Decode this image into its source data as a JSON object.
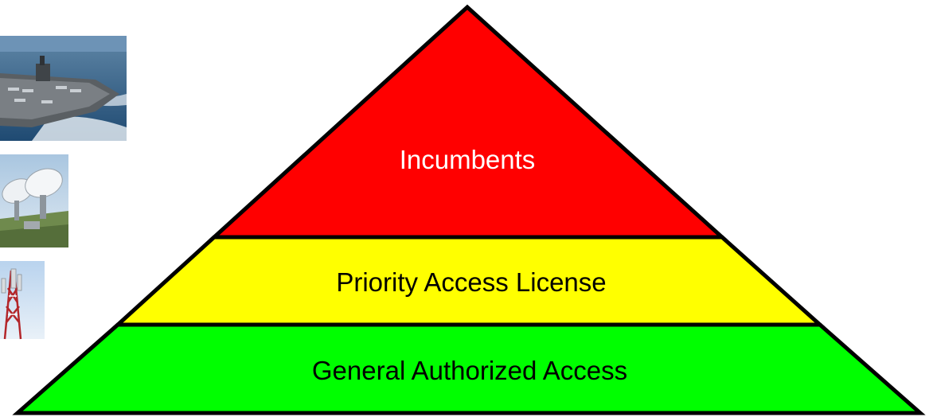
{
  "pyramid": {
    "tiers": [
      {
        "label": "Incumbents",
        "fill": "#ff0000",
        "text_color": "#ffffff"
      },
      {
        "label": "Priority Access License",
        "fill": "#ffff00",
        "text_color": "#000000"
      },
      {
        "label": "General Authorized Access",
        "fill": "#00ff00",
        "text_color": "#000000"
      }
    ],
    "outline_color": "#000000"
  },
  "images": [
    {
      "subject": "aircraft-carrier"
    },
    {
      "subject": "satellite-dishes"
    },
    {
      "subject": "cell-tower"
    }
  ]
}
